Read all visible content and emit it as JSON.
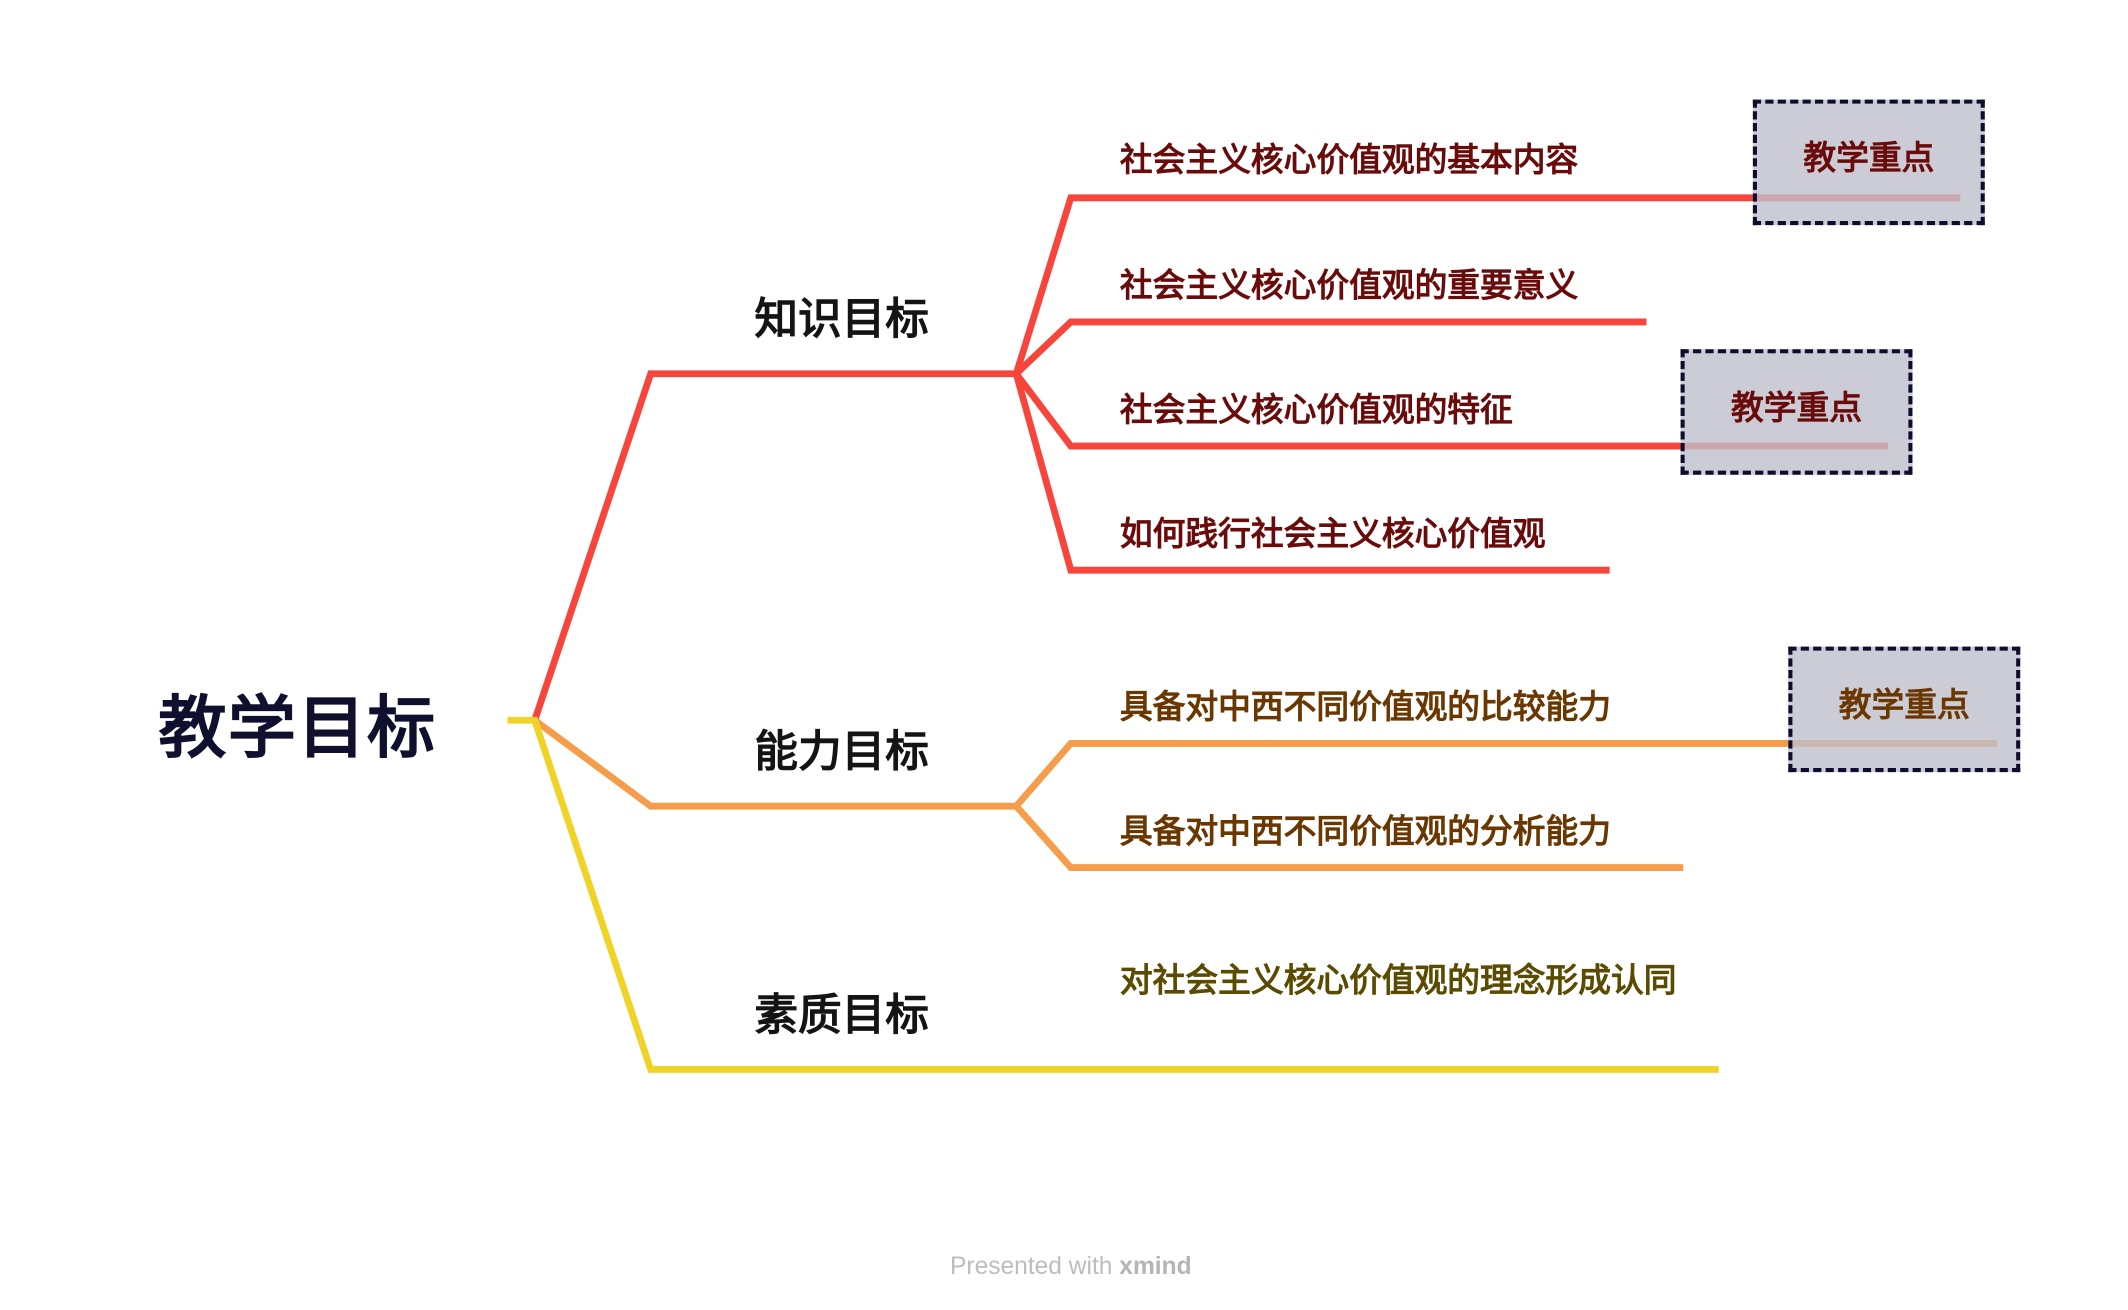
{
  "root": {
    "label": "教学目标"
  },
  "branches": [
    {
      "label": "知识目标",
      "color": "#f8453c",
      "children": [
        {
          "label": "社会主义核心价值观的基本内容",
          "tag": "教学重点"
        },
        {
          "label": "社会主义核心价值观的重要意义"
        },
        {
          "label": "社会主义核心价值观的特征",
          "tag": "教学重点"
        },
        {
          "label": "如何践行社会主义核心价值观"
        }
      ]
    },
    {
      "label": "能力目标",
      "color": "#f59d4b",
      "children": [
        {
          "label": "具备对中西不同价值观的比较能力",
          "tag": "教学重点"
        },
        {
          "label": "具备对中西不同价值观的分析能力"
        }
      ]
    },
    {
      "label": "素质目标",
      "color": "#f0d327",
      "children": [
        {
          "label": "对社会主义核心价值观的理念形成认同"
        }
      ]
    }
  ],
  "footer": {
    "prefix": "Presented with ",
    "brand": "xmind"
  }
}
